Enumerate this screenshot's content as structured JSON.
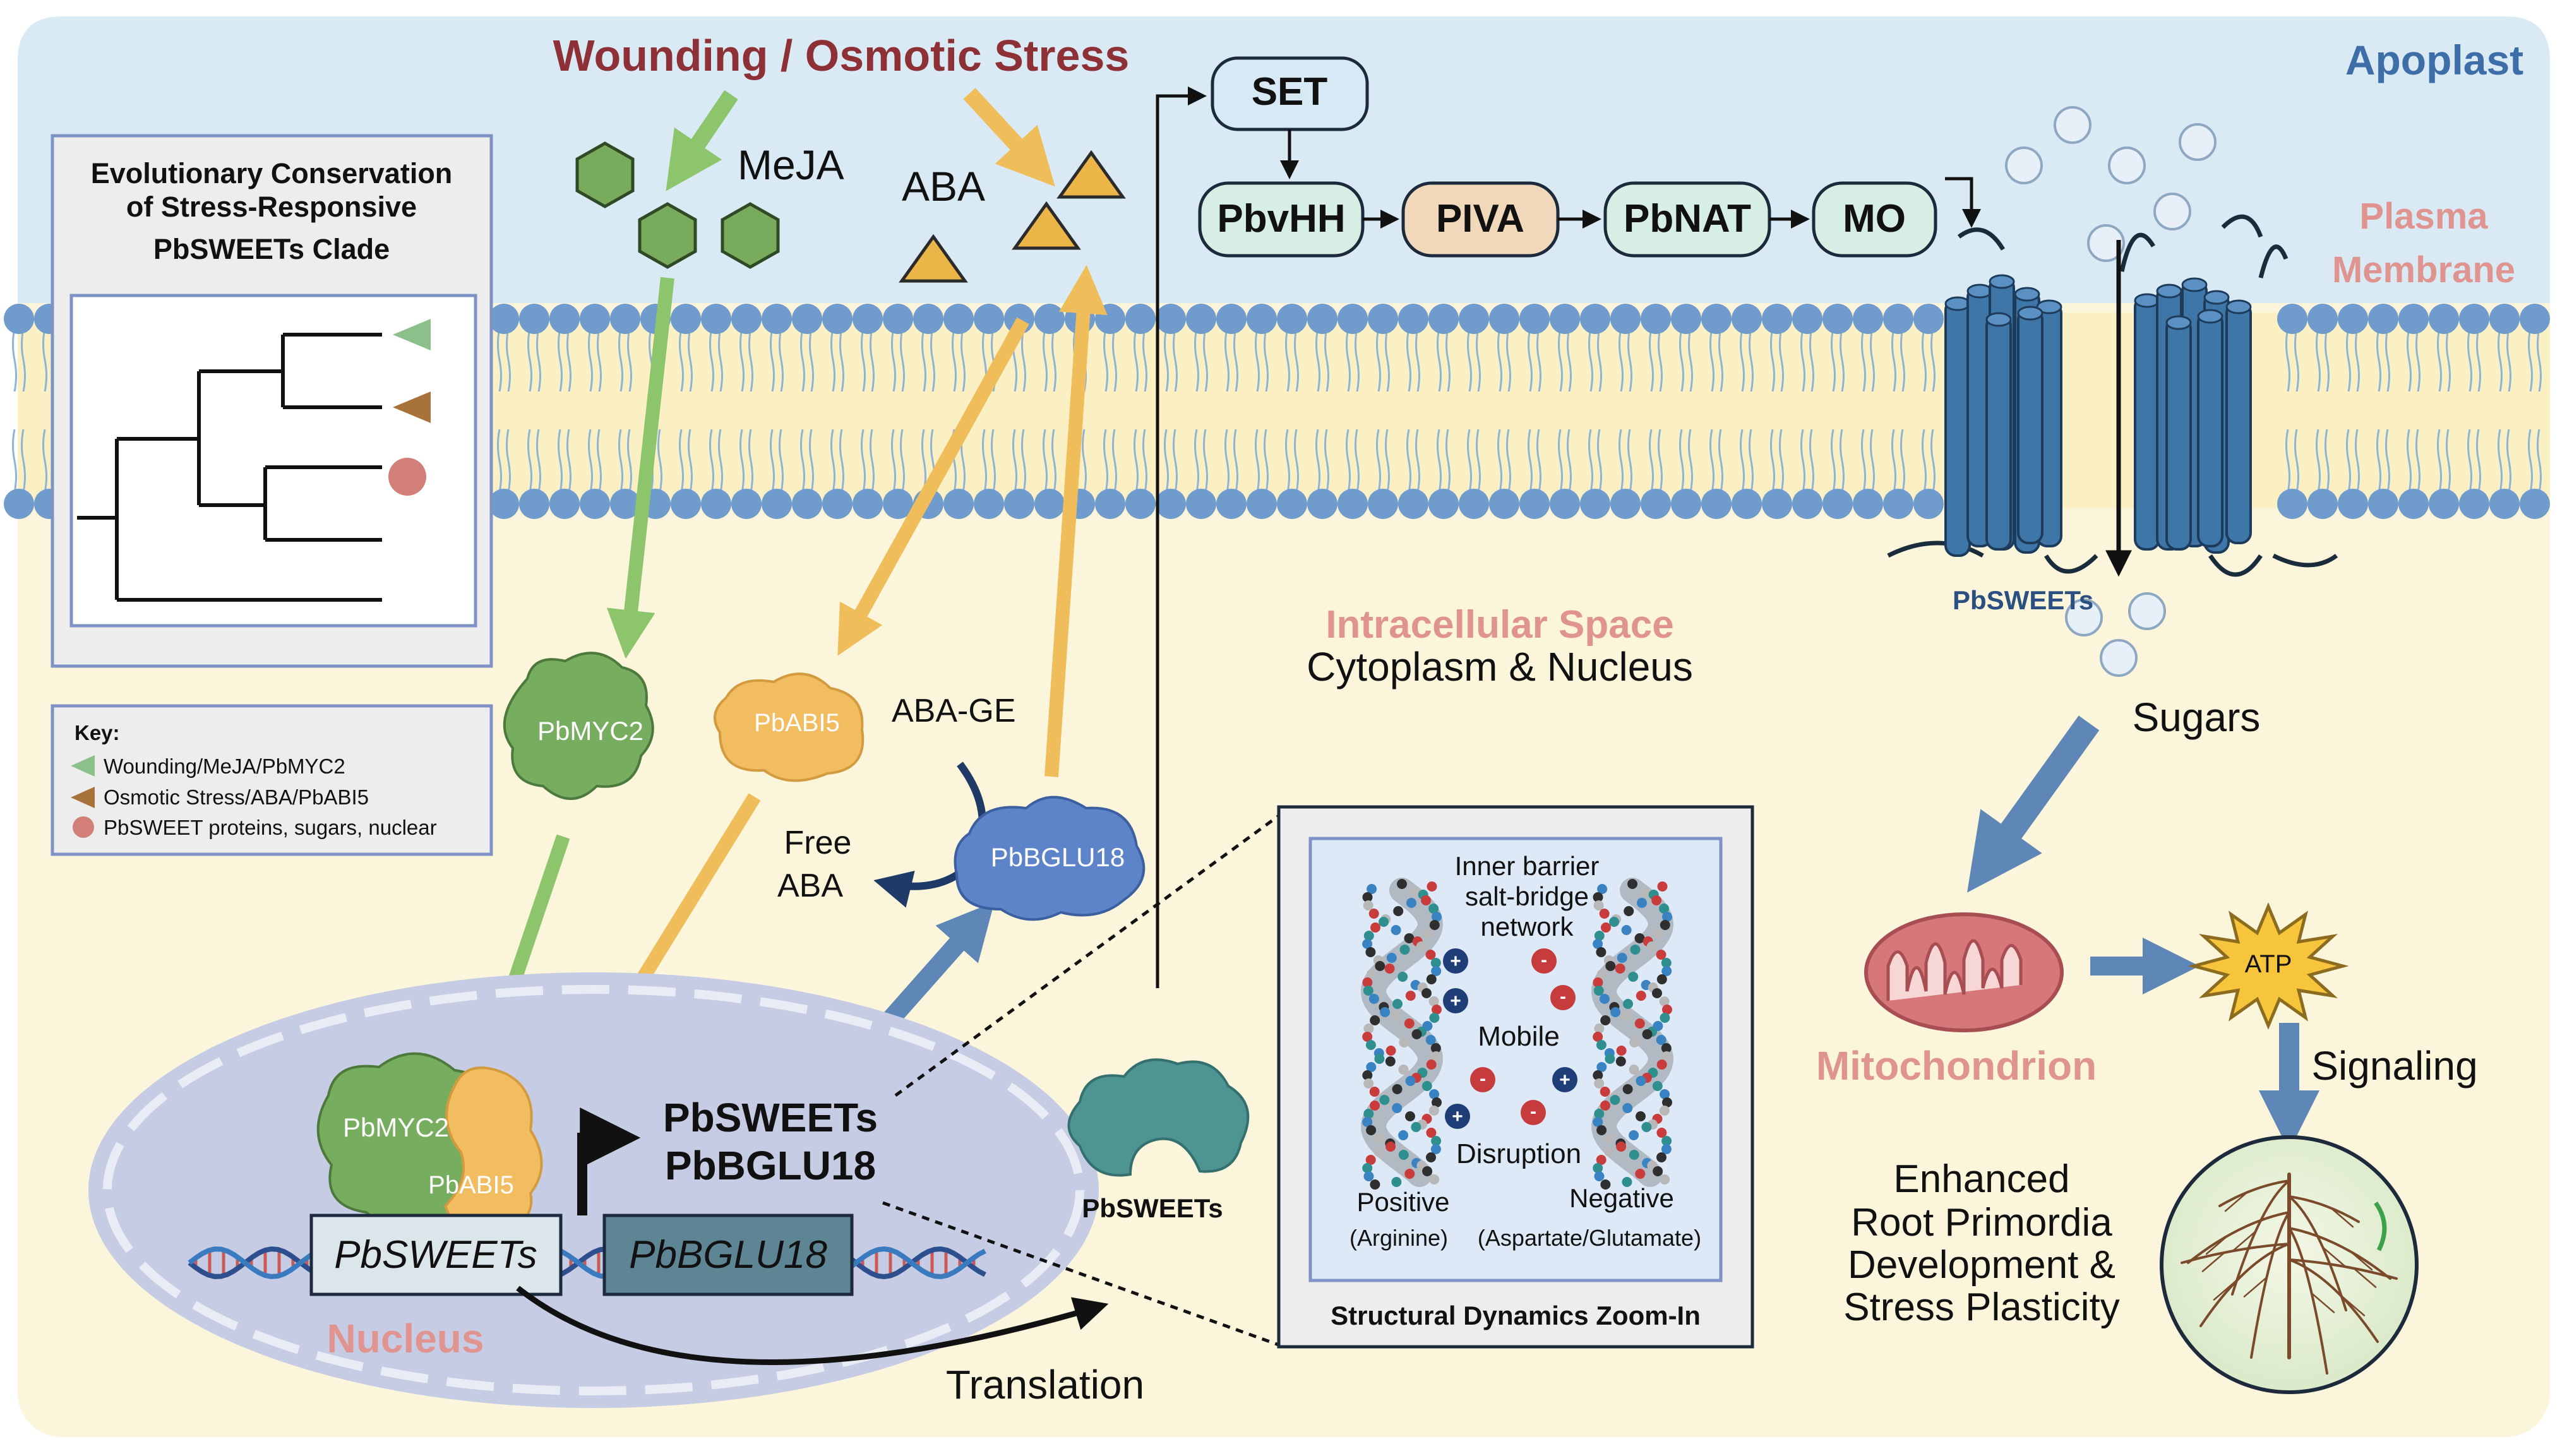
{
  "compartments": {
    "apoplast": "Apoplast",
    "plasma_membrane_line1": "Plasma",
    "plasma_membrane_line2": "Membrane",
    "intracellular_line1": "Intracellular Space",
    "intracellular_line2": "Cytoplasm & Nucleus",
    "nucleus": "Nucleus",
    "mitochondrion": "Mitochondrion"
  },
  "stress": {
    "title": "Wounding / Osmotic Stress",
    "meja": "MeJA",
    "aba": "ABA"
  },
  "pathway": {
    "set": "SET",
    "pbvhh": "PbvHH",
    "piva": "PIVA",
    "pbnat": "PbNAT",
    "mo": "MO"
  },
  "transporter": {
    "label": "PbSWEETs",
    "sugars": "Sugars"
  },
  "evolution_panel": {
    "title_line1": "Evolutionary Conservation",
    "title_line2": "of Stress-Responsive",
    "title_line3": "PbSWEETs Clade"
  },
  "key": {
    "title": "Key:",
    "items": [
      {
        "label": "Wounding/MeJA/PbMYC2",
        "color": "#8cc08a"
      },
      {
        "label": "Osmotic Stress/ABA/PbABI5",
        "color": "#a8733a"
      },
      {
        "label": "PbSWEET proteins, sugars, nuclear",
        "color": "#d27f79"
      }
    ]
  },
  "proteins": {
    "pbmyc2": "PbMYC2",
    "pbabi5": "PbABI5",
    "aba_ge": "ABA-GE",
    "free_aba_line1": "Free",
    "free_aba_line2": "ABA",
    "pbglu18": "PbBGLU18",
    "complex_myc2": "PbMYC2",
    "complex_abi5": "PbABI5",
    "pbsweets_protein": "PbSWEETs"
  },
  "nucleus": {
    "gene1": "PbSWEETs",
    "gene2": "PbBGLU18",
    "targets_line1": "PbSWEETs",
    "targets_line2": "PbBGLU18",
    "translation": "Translation"
  },
  "zoom": {
    "title": "Structural Dynamics Zoom-In",
    "barrier_line1": "Inner barrier",
    "barrier_line2": "salt-bridge",
    "barrier_line3": "network",
    "mobile": "Mobile",
    "disruption": "Disruption",
    "positive": "Positive",
    "positive_sub": "(Arginine)",
    "negative": "Negative",
    "negative_sub": "(Aspartate/Glutamate)"
  },
  "outcome": {
    "atp": "ATP",
    "signaling": "Signaling",
    "line1": "Enhanced",
    "line2": "Root Primordia",
    "line3": "Development &",
    "line4": "Stress Plasticity"
  },
  "colors": {
    "apoplast_bg": "#d9eaf4",
    "cytoplasm_bg": "#fbf5dc",
    "lipid_head": "#6f9bcd",
    "transporter": "#3f76a8",
    "green_signal": "#8cc56c",
    "orange_signal": "#efbd5a",
    "blue_arrow": "#5e86b6",
    "title_red": "#8e3136",
    "pink_label": "#e0948f"
  }
}
